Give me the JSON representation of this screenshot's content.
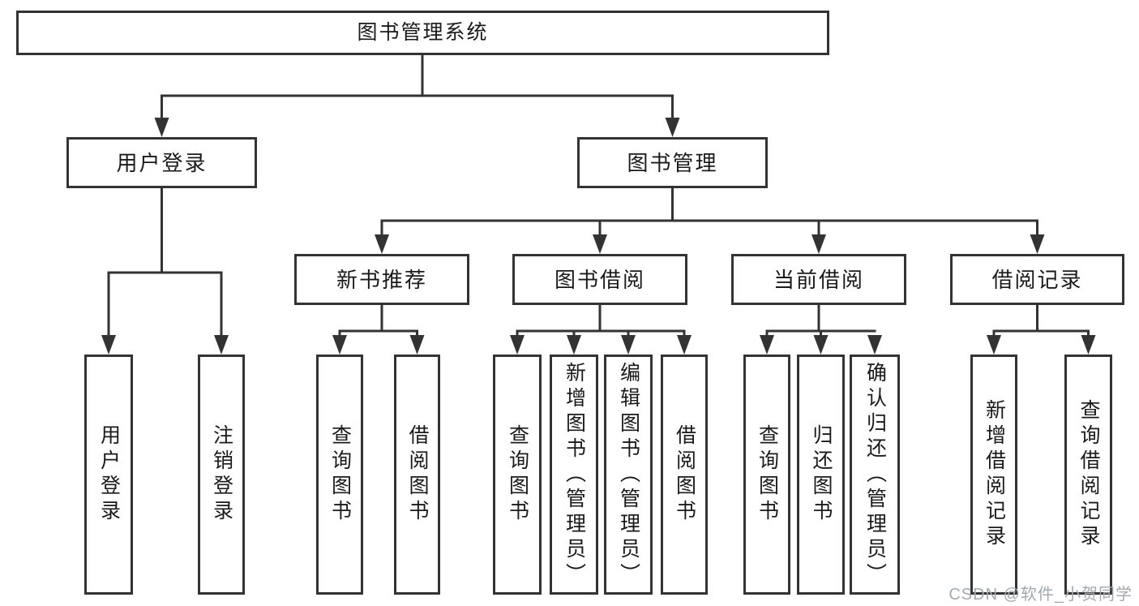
{
  "tree": {
    "label": "图书管理系统",
    "children": [
      {
        "label": "用户登录",
        "children": [
          {
            "label": "用户登录"
          },
          {
            "label": "注销登录"
          }
        ]
      },
      {
        "label": "图书管理",
        "children": [
          {
            "label": "新书推荐",
            "children": [
              {
                "label": "查询图书"
              },
              {
                "label": "借阅图书"
              }
            ]
          },
          {
            "label": "图书借阅",
            "children": [
              {
                "label": "查询图书"
              },
              {
                "label": "新增图书（管理员）"
              },
              {
                "label": "编辑图书（管理员）"
              },
              {
                "label": "借阅图书"
              }
            ]
          },
          {
            "label": "当前借阅",
            "children": [
              {
                "label": "查询图书"
              },
              {
                "label": "归还图书"
              },
              {
                "label": "确认归还（管理员）"
              }
            ]
          },
          {
            "label": "借阅记录",
            "children": [
              {
                "label": "新增借阅记录"
              },
              {
                "label": "查询借阅记录"
              }
            ]
          }
        ]
      }
    ]
  },
  "watermark": {
    "text": "CSDN @软件_小贺同学"
  },
  "colors": {
    "line": "#333333",
    "text": "#1a1a1a",
    "watermark": "#a3a9b0",
    "background": "#ffffff"
  }
}
